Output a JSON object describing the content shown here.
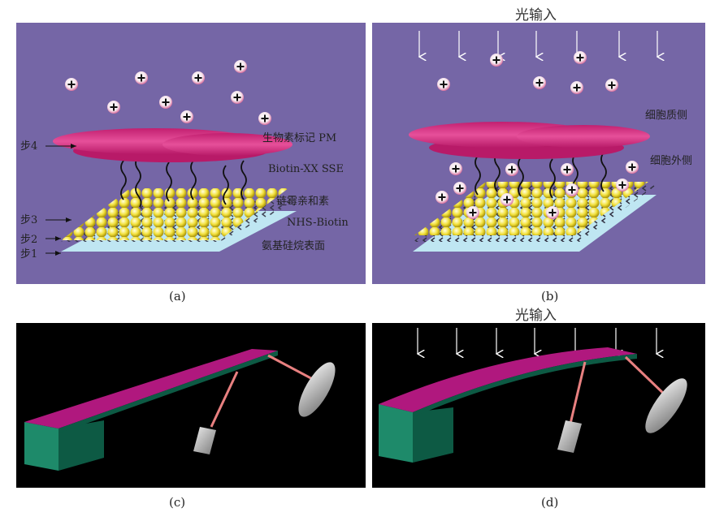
{
  "panel_a": {
    "caption": "(a)",
    "steps": [
      "步4",
      "步3",
      "步2",
      "步1"
    ],
    "labels": [
      "生物素标记 PM",
      "Biotin-XX SSE",
      "链霉亲和素",
      "NHS-Biotin",
      "氨基硅烷表面"
    ]
  },
  "panel_b": {
    "caption": "(b)",
    "light_input": "光输入",
    "labels": [
      "细胞质侧",
      "细胞外侧"
    ]
  },
  "panel_c": {
    "caption": "(c)"
  },
  "panel_d": {
    "caption": "(d)",
    "light_input": "光输入"
  },
  "colors": {
    "background": "#7566a6",
    "membrane": "#d9337f",
    "streptavidin": "#f2e64a",
    "cantilever_top": "#b0187e",
    "cantilever_base": "#1e8a6a"
  }
}
